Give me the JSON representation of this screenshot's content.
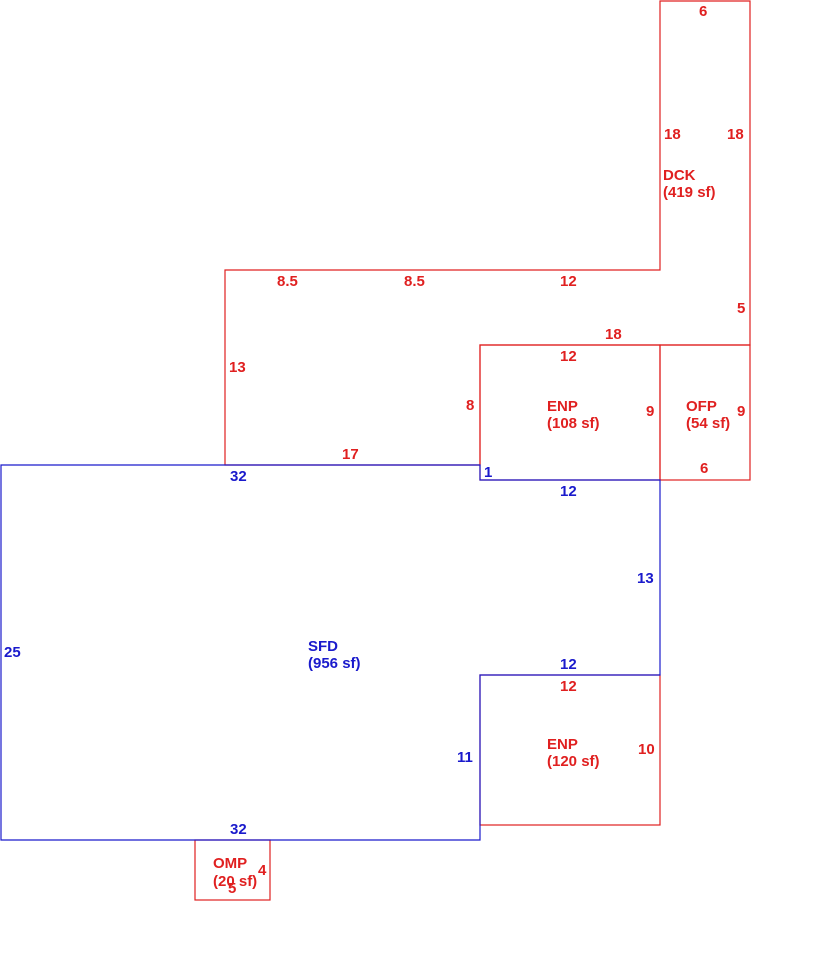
{
  "colors": {
    "red": "#e02020",
    "blue": "#1a1acc"
  },
  "areas": {
    "sfd": {
      "code": "SFD",
      "area": "(956 sf)"
    },
    "dck": {
      "code": "DCK",
      "area": "(419 sf)"
    },
    "enp_top": {
      "code": "ENP",
      "area": "(108 sf)"
    },
    "ofp": {
      "code": "OFP",
      "area": "(54 sf)"
    },
    "enp_bottom": {
      "code": "ENP",
      "area": "(120 sf)"
    },
    "omp": {
      "code": "OMP",
      "area": "(20 sf)"
    }
  },
  "dimensions": {
    "dck_top": "6",
    "dck_left": "18",
    "dck_right": "18",
    "dck_top_a": "8.5",
    "dck_top_b": "8.5",
    "dck_top_c": "12",
    "dck_right_lower": "5",
    "dck_bottom": "18",
    "dck_left_side": "13",
    "dck_bottom_left": "17",
    "enp_top_top": "12",
    "enp_top_left": "8",
    "enp_top_right": "9",
    "ofp_right": "9",
    "ofp_bottom": "6",
    "sfd_top": "32",
    "sfd_step": "1",
    "sfd_step_top": "12",
    "sfd_right": "13",
    "sfd_left": "25",
    "sfd_notch_top": "12",
    "sfd_notch_side": "11",
    "sfd_bottom": "32",
    "enp_bottom_top": "12",
    "enp_bottom_right": "10",
    "omp_right": "4",
    "omp_bottom": "5"
  }
}
